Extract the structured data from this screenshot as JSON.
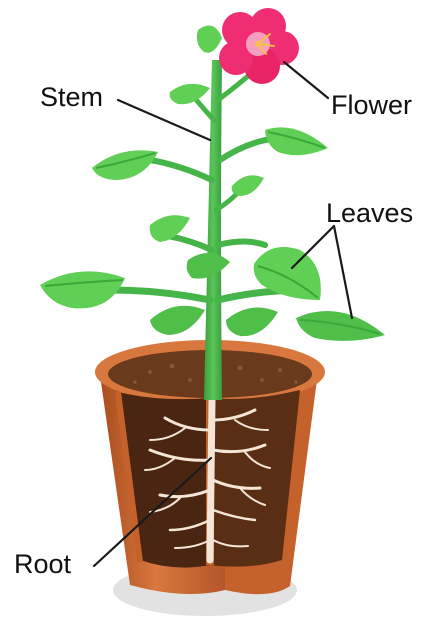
{
  "labels": {
    "stem": "Stem",
    "flower": "Flower",
    "leaves": "Leaves",
    "root": "Root"
  },
  "colors": {
    "leaf_light": "#5fcf55",
    "leaf_dark": "#3aa83a",
    "stem": "#46b549",
    "petal": "#ee2d73",
    "petal_center": "#f59fbf",
    "pot_outer": "#c6602b",
    "pot_rim": "#d8773e",
    "soil": "#6a3a1c",
    "soil_cut": "#4a2511",
    "root": "#f3e6d6",
    "shadow": "#e2e2e2",
    "line": "#1a1a1a"
  }
}
